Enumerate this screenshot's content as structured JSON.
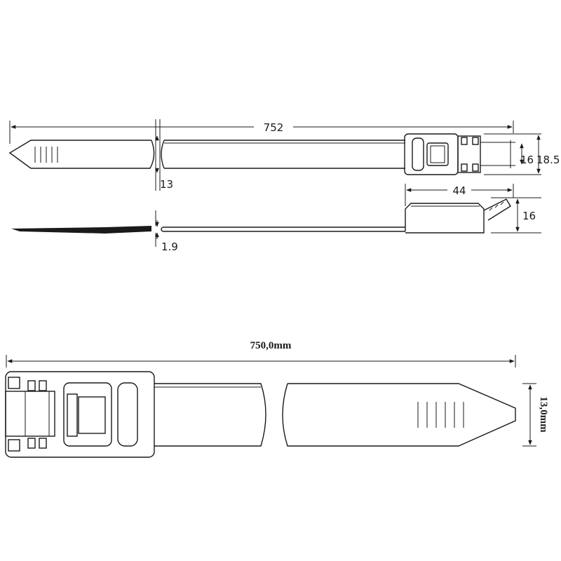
{
  "top_view": {
    "length": "752",
    "width": "13",
    "head_inner_width": "16",
    "head_outer_width": "18.5"
  },
  "side_view": {
    "head_length": "44",
    "head_height": "16",
    "strap_thickness": "1.9"
  },
  "bottom_view": {
    "length": "750,0mm",
    "width": "13,0mm"
  }
}
